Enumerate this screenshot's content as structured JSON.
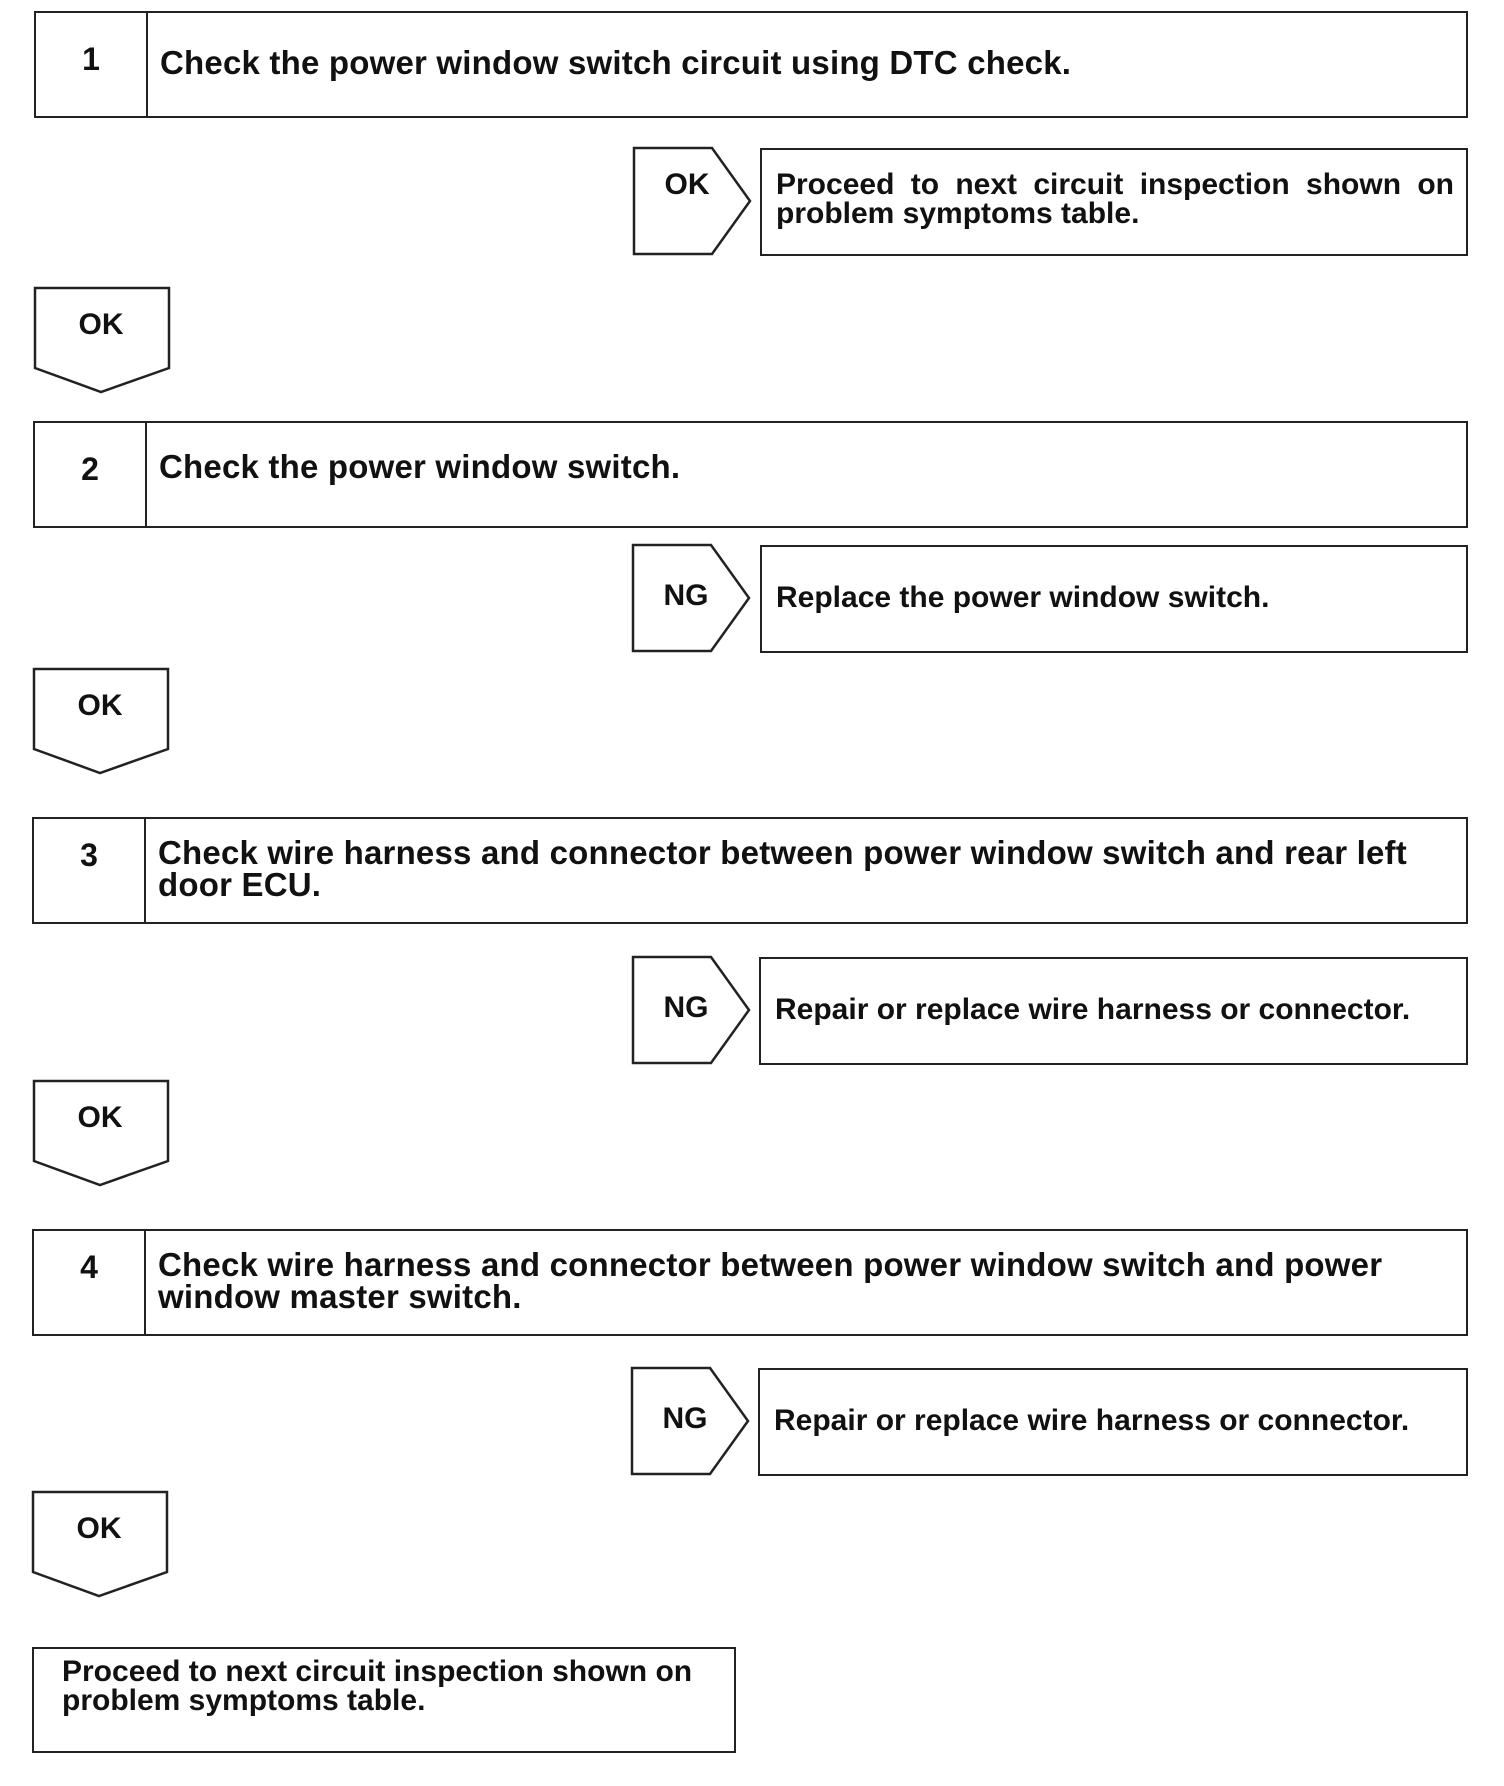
{
  "steps": [
    {
      "number": "1",
      "text": "Check the power window switch circuit using DTC check."
    },
    {
      "number": "2",
      "text": "Check the power window switch."
    },
    {
      "number": "3",
      "text": "Check wire harness and connector between power window switch and rear left door ECU."
    },
    {
      "number": "4",
      "text": "Check wire harness and connector between power window switch and power window master switch."
    }
  ],
  "branches": [
    {
      "label": "OK",
      "result": "Proceed to next circuit inspection shown on problem symptoms table."
    },
    {
      "label": "NG",
      "result": "Replace the power window switch."
    },
    {
      "label": "NG",
      "result": "Repair or replace wire harness or connector."
    },
    {
      "label": "NG",
      "result": "Repair or replace wire harness or connector."
    }
  ],
  "down_labels": [
    "OK",
    "OK",
    "OK",
    "OK"
  ],
  "final": {
    "text": "Proceed to next circuit inspection shown on problem symptoms table."
  }
}
